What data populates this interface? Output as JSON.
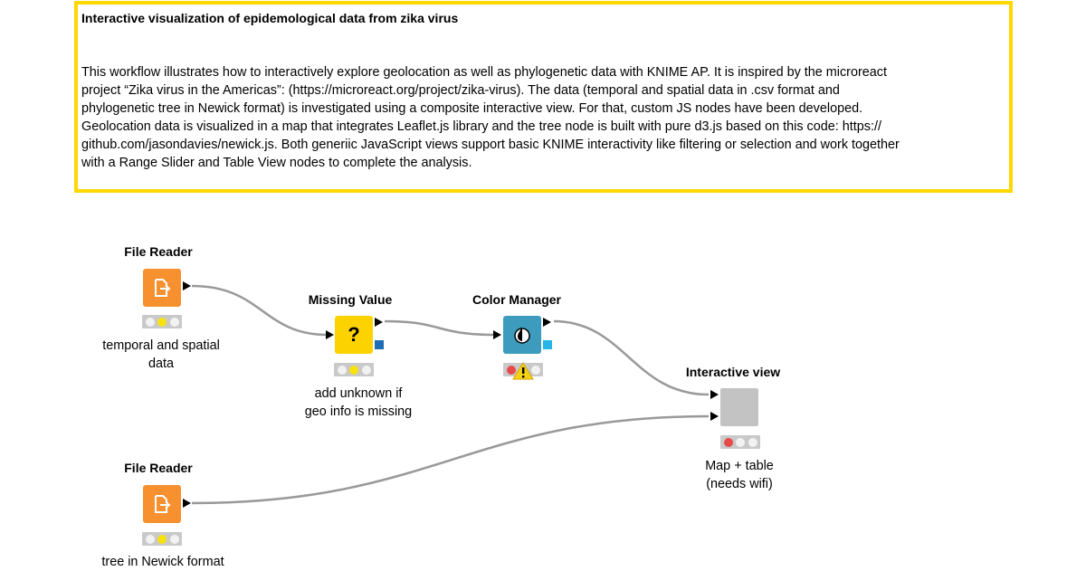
{
  "annotation": {
    "title": "Interactive visualization of epidemological data from zika virus",
    "lines": [
      "This workflow illustrates how to interactively explore geolocation as well as phylogenetic data with KNIME AP. It is inspired by the microreact",
      "project “Zika virus in the Americas”: (https://microreact.org/project/zika-virus). The data (temporal and spatial data in .csv format and",
      "phylogenetic tree in Newick format) is investigated using a composite interactive view.  For that, custom JS nodes have been developed.",
      "Geolocation data is visualized in a map that integrates Leaflet.js library and the tree node is built with pure d3.js based on this code:  https://",
      "github.com/jasondavies/newick.js. Both generiic JavaScript views support basic KNIME interactivity like filtering or selection and work together",
      "with a Range Slider and Table View nodes to complete the analysis."
    ],
    "border_color": "#ffd800"
  },
  "nodes": {
    "file_reader_1": {
      "title": "File Reader",
      "label": [
        "temporal and spatial",
        "data"
      ],
      "status": "configured",
      "icon": "file-import-icon",
      "color": "#f7902f"
    },
    "missing_value": {
      "title": "Missing Value",
      "label": [
        "add unknown if",
        "geo info is missing"
      ],
      "status": "configured",
      "icon": "question-mark-icon",
      "color": "#fcd300"
    },
    "color_manager": {
      "title": "Color Manager",
      "label": [],
      "status": "not-configured-warning",
      "icon": "color-drop-icon",
      "color": "#3d9bbe"
    },
    "interactive_view": {
      "title": "Interactive view",
      "label": [
        "Map + table",
        "(needs wifi)"
      ],
      "status": "not-configured",
      "icon": "component-icon",
      "color": "#c3c3c3"
    },
    "file_reader_2": {
      "title": "File Reader",
      "label": [
        "tree in Newick format"
      ],
      "status": "configured",
      "icon": "file-import-icon",
      "color": "#f7902f"
    }
  },
  "connection_color": "#999999"
}
